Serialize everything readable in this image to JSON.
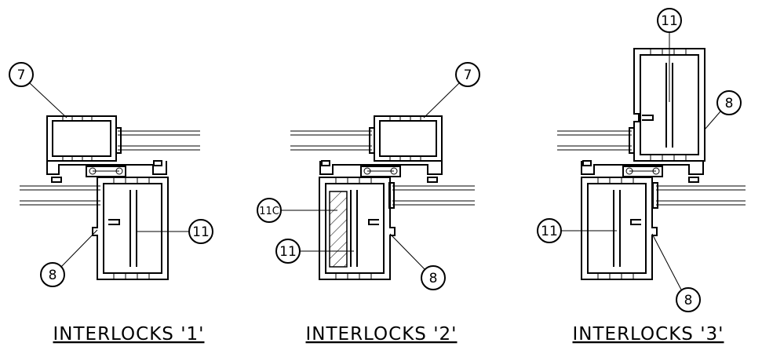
{
  "details": [
    {
      "caption": "INTERLOCKS '1'",
      "callouts": {
        "top": "7",
        "bottom_left": "8",
        "right": "11"
      }
    },
    {
      "caption": "INTERLOCKS '2'",
      "callouts": {
        "top": "7",
        "left_upper": "11C",
        "left_lower": "11",
        "bottom_right": "8"
      }
    },
    {
      "caption": "INTERLOCKS '3'",
      "callouts": {
        "top": "11",
        "right": "8",
        "left": "11",
        "bottom_right": "8"
      }
    }
  ]
}
